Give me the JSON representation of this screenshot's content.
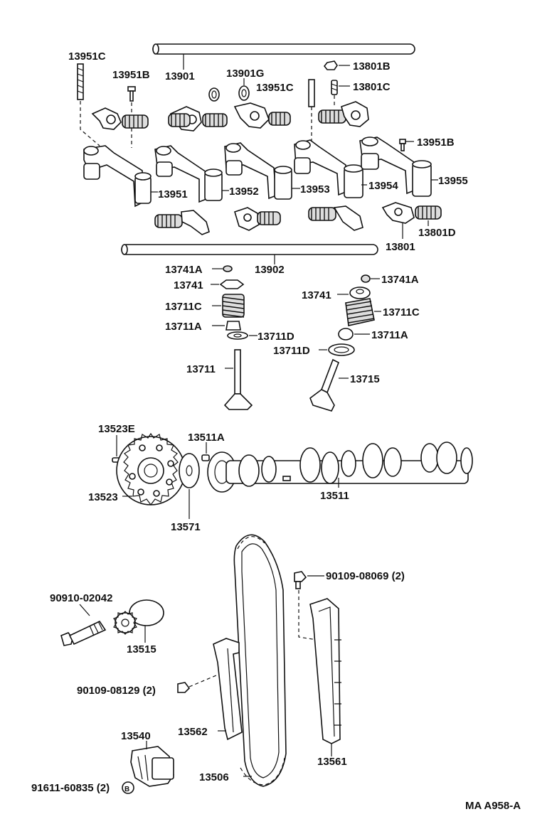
{
  "labels": {
    "l13951C_a": "13951C",
    "l13951B_a": "13951B",
    "l13901": "13901",
    "l13901G": "13901G",
    "l13951C_b": "13951C",
    "l13801B": "13801B",
    "l13801C": "13801C",
    "l13951B_b": "13951B",
    "l13951": "13951",
    "l13952": "13952",
    "l13953": "13953",
    "l13954": "13954",
    "l13955": "13955",
    "l13801D": "13801D",
    "l13801": "13801",
    "l13902": "13902",
    "l13741A_a": "13741A",
    "l13741_a": "13741",
    "l13711C_a": "13711C",
    "l13711A_a": "13711A",
    "l13711D_a": "13711D",
    "l13711": "13711",
    "l13741A_b": "13741A",
    "l13741_b": "13741",
    "l13711C_b": "13711C",
    "l13711A_b": "13711A",
    "l13711D_b": "13711D",
    "l13715": "13715",
    "l13523E": "13523E",
    "l13511A": "13511A",
    "l13523": "13523",
    "l13571": "13571",
    "l13511": "13511",
    "l90109_08069": "90109-08069 (2)",
    "l90910_02042": "90910-02042",
    "l13515": "13515",
    "l90109_08129": "90109-08129 (2)",
    "l13562": "13562",
    "l13540": "13540",
    "l13561": "13561",
    "l13506": "13506",
    "l91611_60835": "91611-60835 (2)",
    "ref_code": "MA A958-A"
  }
}
